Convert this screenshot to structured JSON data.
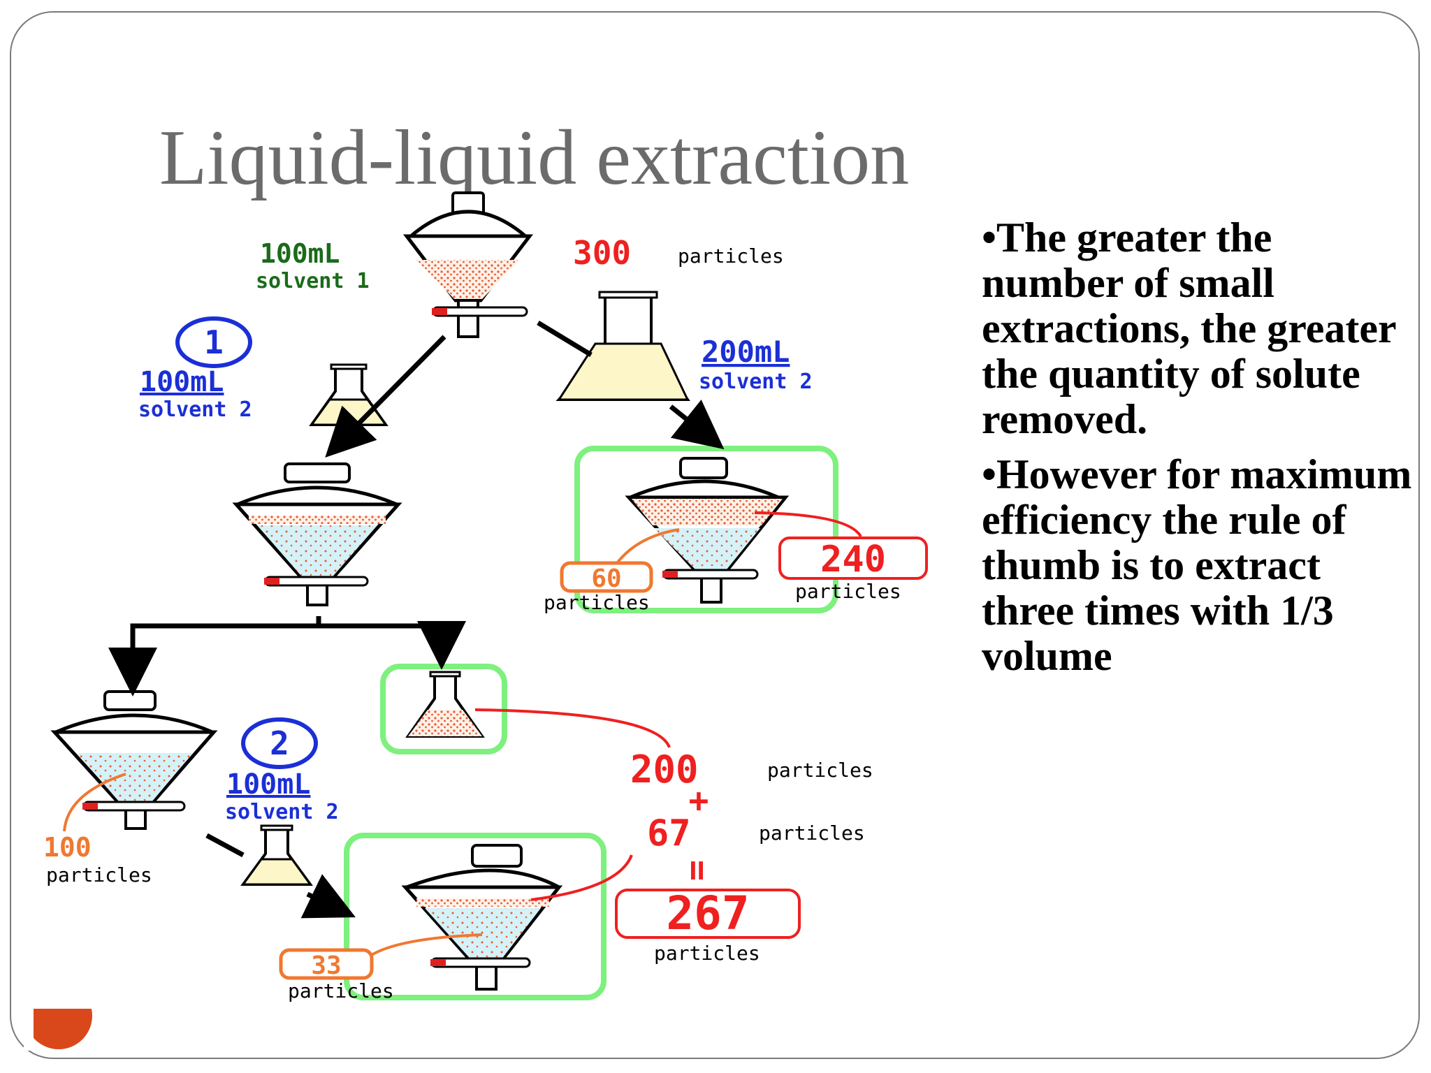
{
  "slide": {
    "title": "Liquid-liquid extraction",
    "bullets": [
      "•The greater the number of small extractions, the greater the quantity of solute removed.",
      "•However for maximum efficiency the rule of thumb is to extract three times with 1/3 volume"
    ]
  },
  "diagram": {
    "start": {
      "volume": "100mL",
      "solvent": "solvent 1",
      "count": "300",
      "unit": "particles"
    },
    "single_path": {
      "volume": "200mL",
      "solvent": "solvent 2",
      "aqueous_count": "60",
      "organic_count": "240",
      "unit": "particles"
    },
    "step1": {
      "number": "1",
      "volume": "100mL",
      "solvent": "solvent 2"
    },
    "step2": {
      "number": "2",
      "volume": "100mL",
      "solvent": "solvent 2"
    },
    "after_step1": {
      "aqueous_count": "100",
      "unit": "particles"
    },
    "after_step2": {
      "aqueous_count": "33",
      "unit": "particles"
    },
    "sum": {
      "first": "200",
      "plus": "+",
      "second": "67",
      "equals": "=",
      "total": "267",
      "unit": "particles"
    }
  },
  "colors": {
    "title": "#6b6b6b",
    "green_label": "#1a6b1a",
    "blue_label": "#1b2fd6",
    "red_count": "#ef2020",
    "orange_count": "#f07830",
    "box_green": "#7ef07e",
    "solvent_yellow": "#fdf6c8",
    "aqueous_blue": "#d4f2f7",
    "corner": "#d9481b"
  }
}
